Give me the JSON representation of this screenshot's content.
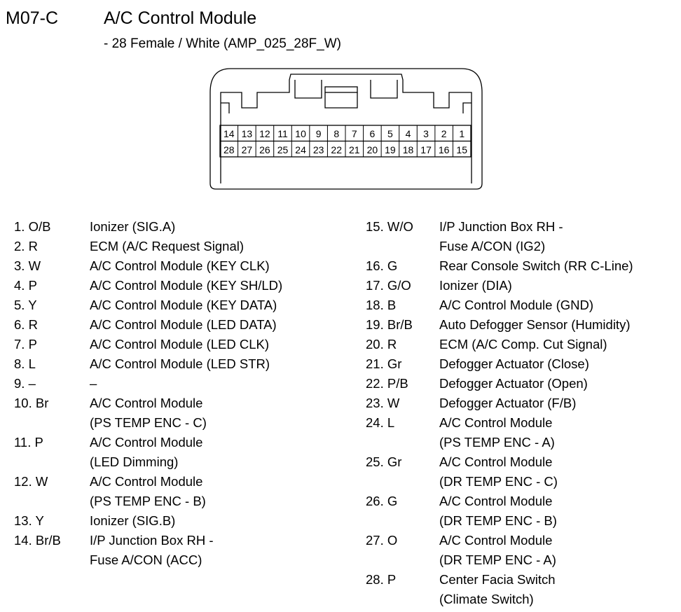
{
  "header": {
    "code": "M07-C",
    "title": "A/C Control Module",
    "subtitle": "- 28 Female / White (AMP_025_28F_W)"
  },
  "connector": {
    "top_row": [
      "14",
      "13",
      "12",
      "11",
      "10",
      "9",
      "8",
      "7",
      "6",
      "5",
      "4",
      "3",
      "2",
      "1"
    ],
    "bottom_row": [
      "28",
      "27",
      "26",
      "25",
      "24",
      "23",
      "22",
      "21",
      "20",
      "19",
      "18",
      "17",
      "16",
      "15"
    ]
  },
  "pins_left": [
    {
      "id": "1. O/B",
      "desc": [
        "Ionizer (SIG.A)"
      ]
    },
    {
      "id": "2. R",
      "desc": [
        "ECM (A/C Request Signal)"
      ]
    },
    {
      "id": "3. W",
      "desc": [
        "A/C Control Module (KEY CLK)"
      ]
    },
    {
      "id": "4. P",
      "desc": [
        "A/C Control Module (KEY SH/LD)"
      ]
    },
    {
      "id": "5. Y",
      "desc": [
        "A/C Control Module (KEY DATA)"
      ]
    },
    {
      "id": "6. R",
      "desc": [
        "A/C Control Module (LED DATA)"
      ]
    },
    {
      "id": "7. P",
      "desc": [
        "A/C Control Module (LED CLK)"
      ]
    },
    {
      "id": "8. L",
      "desc": [
        "A/C Control Module (LED STR)"
      ]
    },
    {
      "id": "9. –",
      "desc": [
        "–"
      ]
    },
    {
      "id": "10. Br",
      "desc": [
        "A/C Control Module",
        "(PS TEMP ENC - C)"
      ]
    },
    {
      "id": "11. P",
      "desc": [
        "A/C Control Module",
        "(LED Dimming)"
      ]
    },
    {
      "id": "12. W",
      "desc": [
        "A/C Control Module",
        "(PS TEMP ENC - B)"
      ]
    },
    {
      "id": "13. Y",
      "desc": [
        "Ionizer (SIG.B)"
      ]
    },
    {
      "id": "14. Br/B",
      "desc": [
        "I/P Junction Box RH -",
        "Fuse A/CON (ACC)"
      ]
    }
  ],
  "pins_right": [
    {
      "id": "15. W/O",
      "desc": [
        "I/P Junction Box RH -",
        "Fuse A/CON (IG2)"
      ]
    },
    {
      "id": "16. G",
      "desc": [
        "Rear Console Switch (RR C-Line)"
      ]
    },
    {
      "id": "17. G/O",
      "desc": [
        "Ionizer (DIA)"
      ]
    },
    {
      "id": "18. B",
      "desc": [
        "A/C Control Module (GND)"
      ]
    },
    {
      "id": "19. Br/B",
      "desc": [
        "Auto Defogger Sensor (Humidity)"
      ]
    },
    {
      "id": "20. R",
      "desc": [
        "ECM (A/C Comp. Cut Signal)"
      ]
    },
    {
      "id": "21. Gr",
      "desc": [
        "Defogger Actuator (Close)"
      ]
    },
    {
      "id": "22. P/B",
      "desc": [
        "Defogger Actuator (Open)"
      ]
    },
    {
      "id": "23. W",
      "desc": [
        "Defogger Actuator (F/B)"
      ]
    },
    {
      "id": "24. L",
      "desc": [
        "A/C Control Module",
        "(PS TEMP ENC - A)"
      ]
    },
    {
      "id": "25. Gr",
      "desc": [
        "A/C Control Module",
        "(DR TEMP ENC - C)"
      ]
    },
    {
      "id": "26. G",
      "desc": [
        "A/C Control Module",
        "(DR TEMP ENC - B)"
      ]
    },
    {
      "id": "27. O",
      "desc": [
        "A/C Control Module",
        "(DR TEMP ENC - A)"
      ]
    },
    {
      "id": "28. P",
      "desc": [
        "Center Facia Switch",
        "(Climate Switch)"
      ]
    }
  ]
}
